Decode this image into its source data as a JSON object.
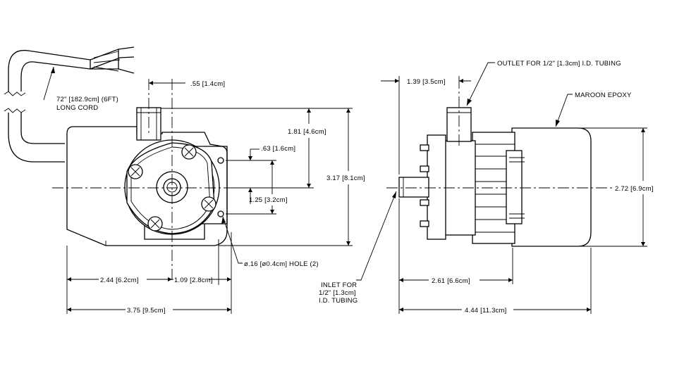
{
  "front_view": {
    "cord_length": "72\" [182.9cm] (6FT)",
    "cord_label": "LONG CORD",
    "dim_inlet_offset": ".55 [1.4cm]",
    "dim_outlet_height": "1.81 [4.6cm]",
    "dim_hole_offset": ".63 [1.6cm]",
    "dim_hole_spacing": "1.25 [3.2cm]",
    "dim_total_height": "3.17 [8.1cm]",
    "hole_callout": "ø.16 [ø0.4cm] HOLE (2)",
    "dim_left_width": "2.44 [6.2cm]",
    "dim_right_width": "1.09 [2.8cm]",
    "dim_total_width": "3.75 [9.5cm]"
  },
  "side_view": {
    "outlet_callout": "OUTLET FOR 1/2\" [1.3cm] I.D. TUBING",
    "epoxy_callout": "MAROON EPOXY",
    "dim_outlet_offset": "1.39 [3.5cm]",
    "dim_height": "2.72 [6.9cm]",
    "inlet_line1": "INLET FOR",
    "inlet_line2": "1/2\" [1.3cm]",
    "inlet_line3": "I.D. TUBING",
    "dim_body_length": "2.61 [6.6cm]",
    "dim_total_length": "4.44 [11.3cm]"
  }
}
